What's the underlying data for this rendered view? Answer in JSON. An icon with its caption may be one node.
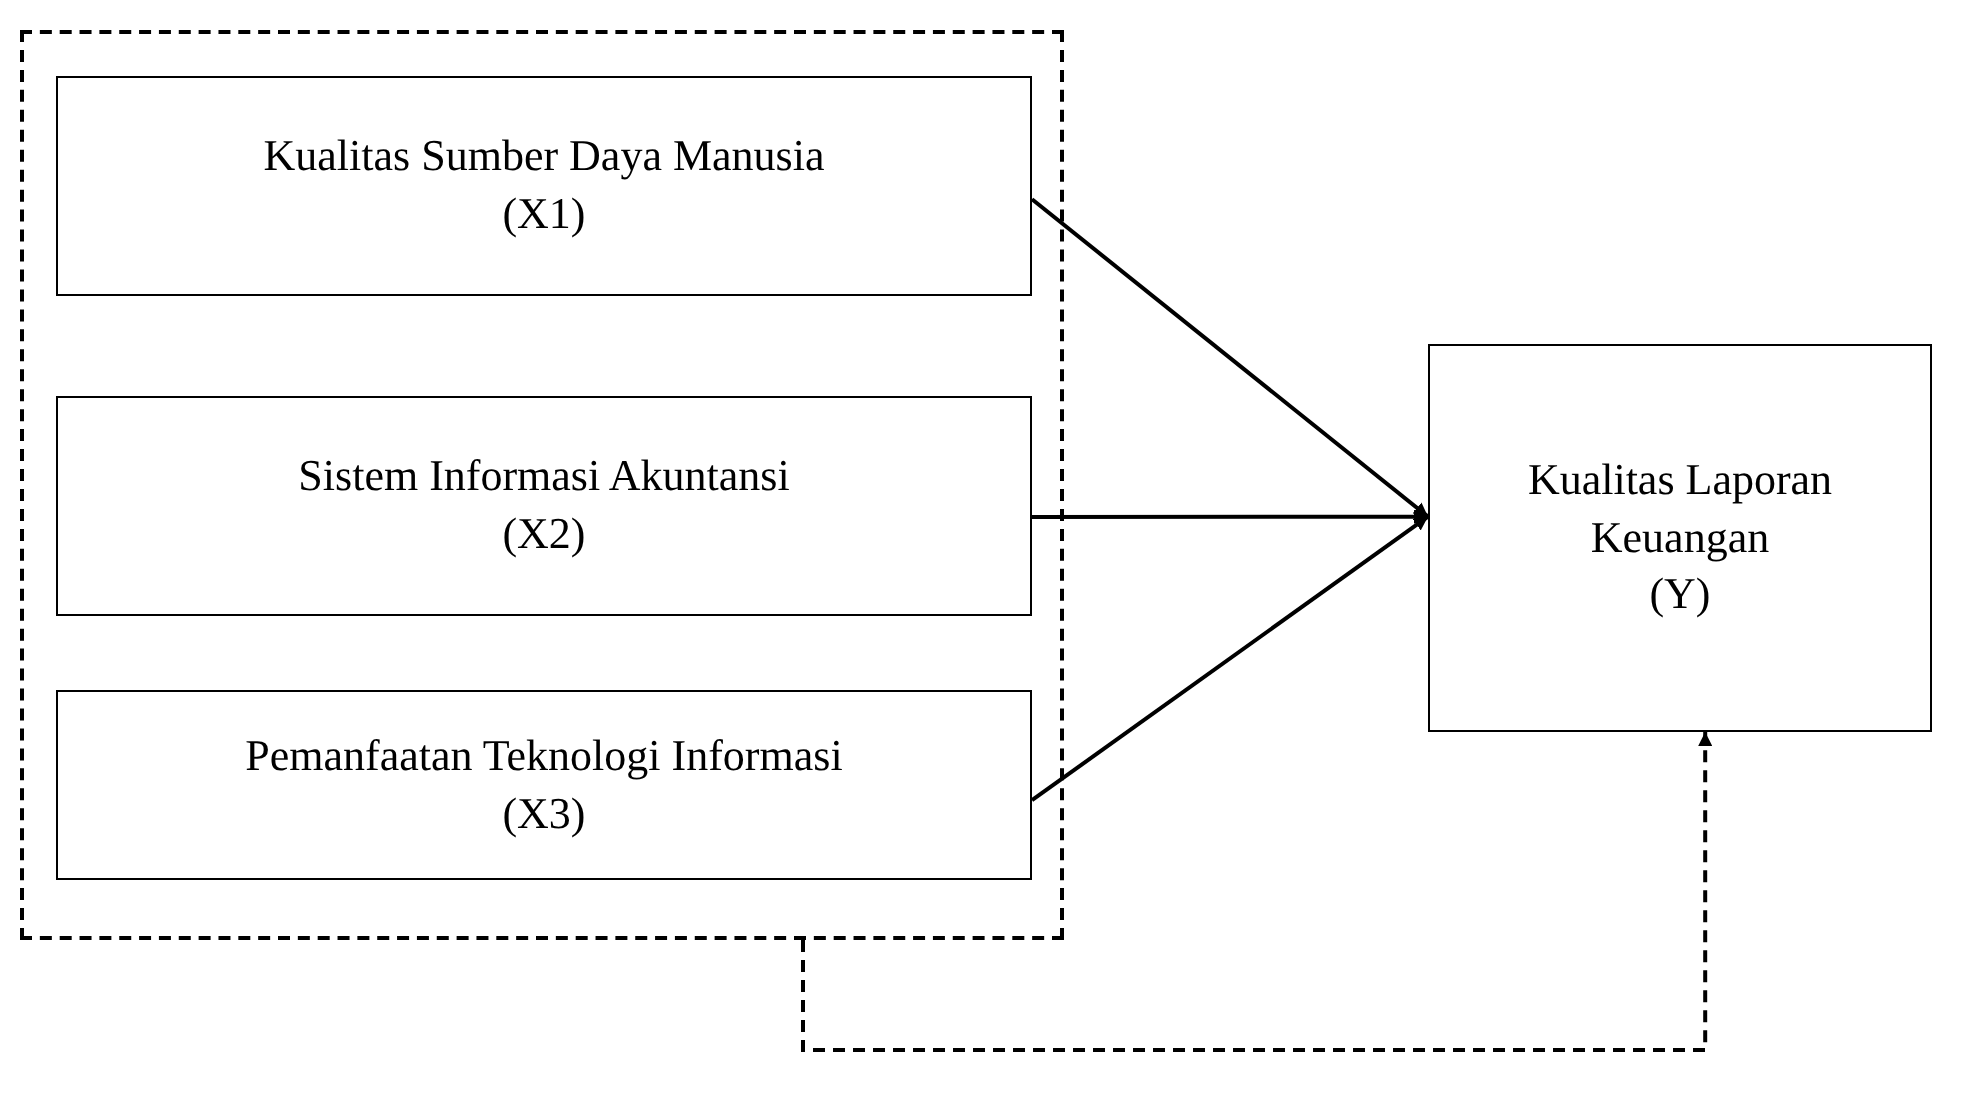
{
  "diagram": {
    "nodes": [
      {
        "text": [],
        "shape": "box"
      },
      {
        "text": [
          "Kualitas Sumber Daya Manusia",
          "(X1)"
        ],
        "in": 0
      },
      {
        "text": [
          "Sistem Informasi Akuntansi",
          "(X2)"
        ],
        "in": 0
      },
      {
        "text": [
          "Pemanfaatan Teknologi Informasi",
          "(X3)"
        ],
        "in": 0
      },
      {
        "text": [
          "Kualitas Laporan Keuangan",
          "(Y)"
        ]
      }
    ],
    "edges": [
      {
        "from": 1,
        "to": 4,
        "arrow": "to"
      },
      {
        "from": 2,
        "to": 4,
        "arrow": "to"
      },
      {
        "from": 3,
        "to": 4,
        "arrow": "to"
      },
      {
        "from": 0,
        "to": 4,
        "arrow": "to",
        "style": "dashed"
      }
    ]
  }
}
